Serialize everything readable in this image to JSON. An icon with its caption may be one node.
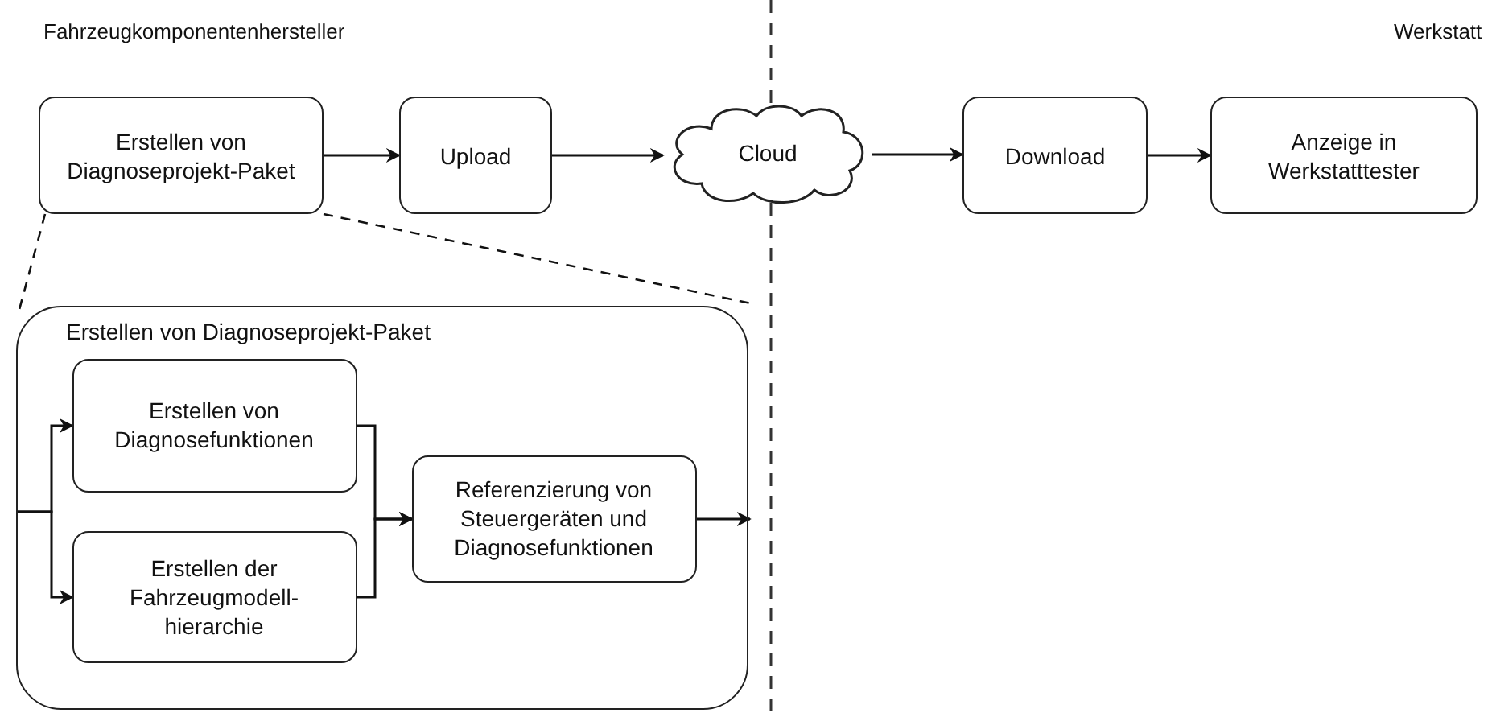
{
  "diagram": {
    "nodes": [
      {
        "text": [
          "Erstellen von Diagnoseprojekt-Paket"
        ]
      },
      {
        "text": [
          "Upload"
        ]
      },
      {
        "text": [
          "Cloud"
        ]
      },
      {
        "text": [
          "Download"
        ]
      },
      {
        "text": [
          "Anzeige in Werkstatttester"
        ]
      },
      {
        "text": [
          "Erstellen von Diagnoseprojekt-Paket"
        ]
      },
      {
        "text": [
          "Erstellen von Diagnosefunktionen"
        ],
        "in": 5
      },
      {
        "text": [
          "Erstellen der Fahrzeugmodell-hierarchie"
        ],
        "in": 5
      },
      {
        "text": [
          "Referenzierung von Steuergeräten und Diagnosefunktionen"
        ],
        "in": 5
      }
    ],
    "edges": [
      {
        "from": 0,
        "to": 1,
        "arrow": "to"
      },
      {
        "from": 1,
        "to": 2,
        "arrow": "to"
      },
      {
        "from": 2,
        "to": 3,
        "arrow": "to"
      },
      {
        "from": 3,
        "to": 4,
        "arrow": "to"
      },
      {
        "from": null,
        "to": 6,
        "arrow": "to"
      },
      {
        "from": null,
        "to": 7,
        "arrow": "to"
      },
      {
        "from": 6,
        "to": 8,
        "arrow": "to"
      },
      {
        "from": 7,
        "to": 8,
        "arrow": "to"
      },
      {
        "from": 8,
        "to": null,
        "arrow": "to"
      },
      {
        "from": 0,
        "to": 5,
        "arrow": "none",
        "style": "dashed"
      },
      {
        "from": 0,
        "to": 5,
        "arrow": "none",
        "style": "dashed"
      }
    ],
    "labels": [
      "Fahrzeugkomponentenhersteller",
      "Werkstatt"
    ]
  }
}
